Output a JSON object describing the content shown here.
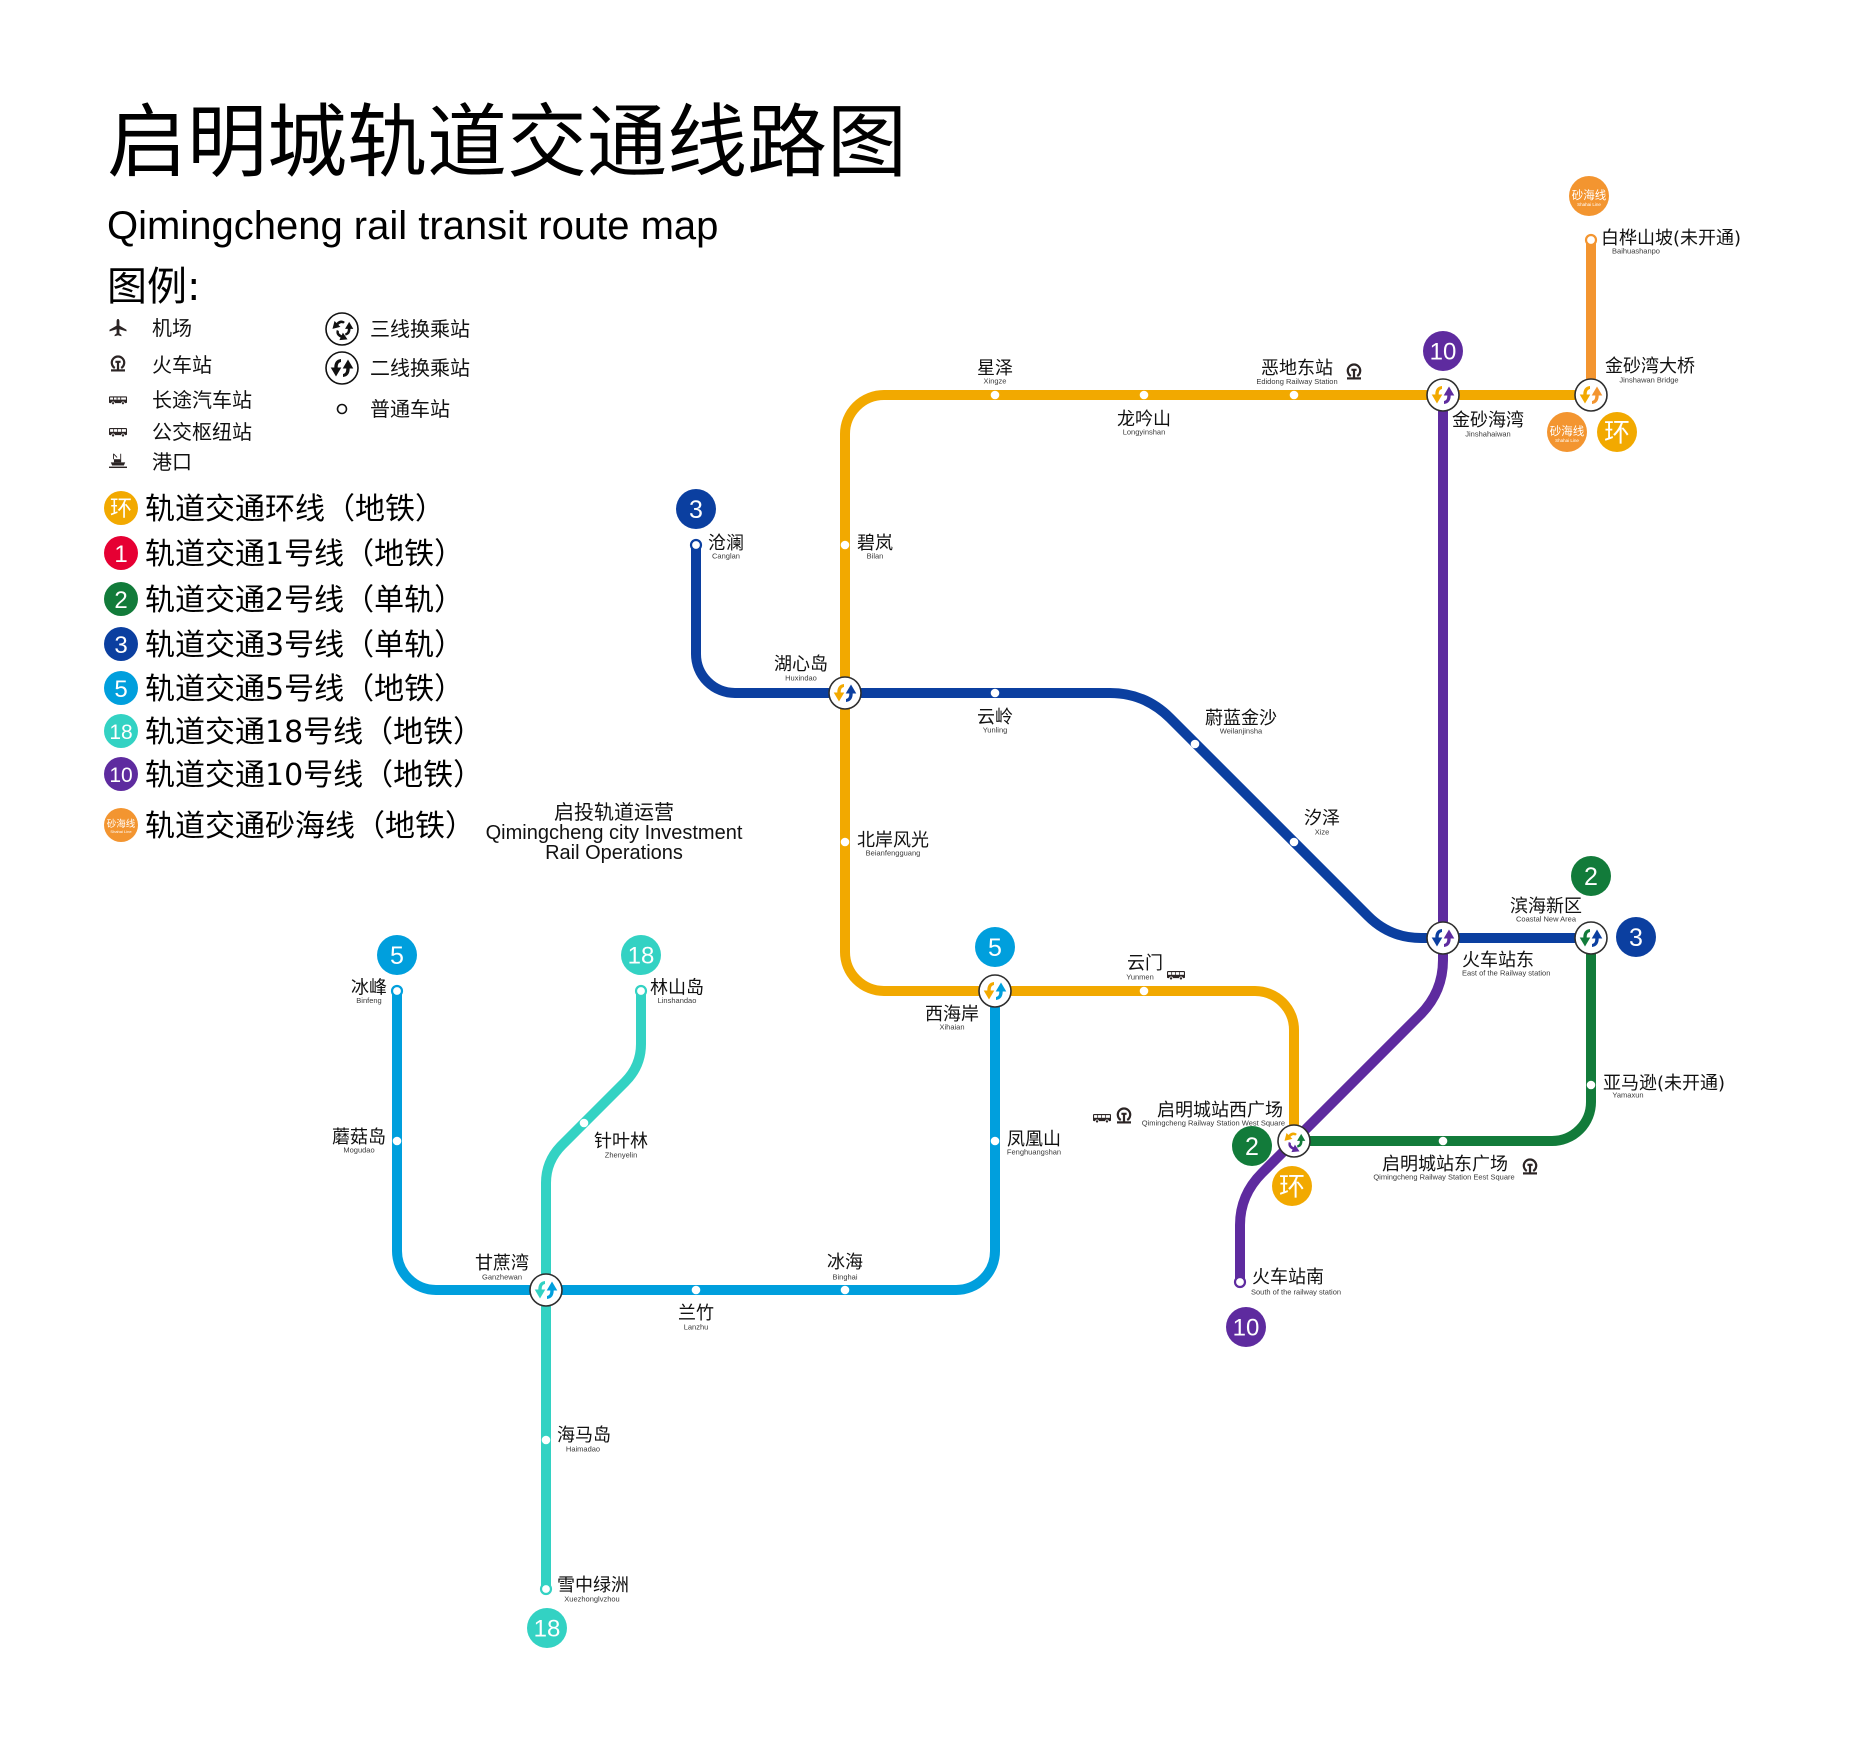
{
  "title": "启明城轨道交通线路图",
  "subtitle": "Qimingcheng rail transit route map",
  "legend": {
    "heading": "图例:",
    "facilities": [
      {
        "icon": "airplane-icon",
        "label": "机场"
      },
      {
        "icon": "train-station-icon",
        "label": "火车站"
      },
      {
        "icon": "coach-station-icon",
        "label": "长途汽车站"
      },
      {
        "icon": "bus-hub-icon",
        "label": "公交枢纽站"
      },
      {
        "icon": "port-icon",
        "label": "港口"
      }
    ],
    "station_types": [
      {
        "icon": "three-line-interchange-icon",
        "label": "三线换乘站"
      },
      {
        "icon": "two-line-interchange-icon",
        "label": "二线换乘站"
      },
      {
        "icon": "regular-station-icon",
        "label": "普通车站"
      }
    ],
    "lines": [
      {
        "badge": "环",
        "label": "轨道交通环线（地铁）",
        "color": "#F2A900"
      },
      {
        "badge": "1",
        "label": "轨道交通1号线（地铁）",
        "color": "#E60033"
      },
      {
        "badge": "2",
        "label": "轨道交通2号线（单轨）",
        "color": "#127B3A"
      },
      {
        "badge": "3",
        "label": "轨道交通3号线（单轨）",
        "color": "#0B3FA0"
      },
      {
        "badge": "5",
        "label": "轨道交通5号线（地铁）",
        "color": "#009FDD"
      },
      {
        "badge": "18",
        "label": "轨道交通18号线（地铁）",
        "color": "#33D2C3"
      },
      {
        "badge": "10",
        "label": "轨道交通10号线（地铁）",
        "color": "#5E2B9F"
      },
      {
        "badge": "砂海线",
        "badge_sub": "Shahai Line",
        "label": "轨道交通砂海线（地铁）",
        "color": "#F39530"
      }
    ]
  },
  "operator": {
    "cn": "启投轨道运营",
    "en_line1": "Qimingcheng city Investment",
    "en_line2": "Rail Operations"
  },
  "lines": {
    "ring": {
      "badge": "环",
      "color": "#F2A900",
      "stations": [
        "金砂湾大桥",
        "金砂海湾",
        "恶地东站",
        "龙吟山",
        "星泽",
        "碧岚",
        "湖心岛",
        "北岸风光",
        "西海岸",
        "云门",
        "启明城站西广场"
      ]
    },
    "line2": {
      "badge": "2",
      "color": "#127B3A",
      "stations": [
        "启明城站西广场",
        "启明城站东广场",
        "亚马逊(未开通)",
        "滨海新区"
      ]
    },
    "line3": {
      "badge": "3",
      "color": "#0B3FA0",
      "stations": [
        "沧澜",
        "湖心岛",
        "云岭",
        "蔚蓝金沙",
        "汐泽",
        "火车站东",
        "滨海新区"
      ]
    },
    "line5": {
      "badge": "5",
      "color": "#009FDD",
      "stations": [
        "冰峰",
        "蘑菇岛",
        "甘蔗湾",
        "兰竹",
        "冰海",
        "凤凰山",
        "西海岸"
      ]
    },
    "line10": {
      "badge": "10",
      "color": "#5E2B9F",
      "stations": [
        "金砂海湾",
        "火车站东",
        "启明城站西广场",
        "火车站南"
      ]
    },
    "line18": {
      "badge": "18",
      "color": "#33D2C3",
      "stations": [
        "林山岛",
        "针叶林",
        "甘蔗湾",
        "海马岛",
        "雪中绿洲"
      ]
    },
    "shahai": {
      "badge": "砂海线",
      "badge_sub": "Shahai Line",
      "color": "#F39530",
      "stations": [
        "白桦山坡(未开通)",
        "金砂湾大桥"
      ]
    }
  },
  "stations": {
    "xingze": {
      "cn": "星泽",
      "en": "Xingze"
    },
    "longyinshan": {
      "cn": "龙吟山",
      "en": "Longyinshan"
    },
    "edidong": {
      "cn": "恶地东站",
      "en": "Edidong Railway Station",
      "facilities": [
        "train-station"
      ]
    },
    "jinshahaiwan": {
      "cn": "金砂海湾",
      "en": "Jinshahaiwan"
    },
    "jinshawan_bridge": {
      "cn": "金砂湾大桥",
      "en": "Jinshawan Bridge"
    },
    "baihuashanpo": {
      "cn": "白桦山坡(未开通)",
      "en": "Baihuashanpo"
    },
    "bilan": {
      "cn": "碧岚",
      "en": "Bilan"
    },
    "huxindao": {
      "cn": "湖心岛",
      "en": "Huxindao"
    },
    "beianfengguang": {
      "cn": "北岸风光",
      "en": "Beianfengguang"
    },
    "xihaian": {
      "cn": "西海岸",
      "en": "Xihaian"
    },
    "yunmen": {
      "cn": "云门",
      "en": "Yunmen",
      "facilities": [
        "bus-hub"
      ]
    },
    "west_square": {
      "cn": "启明城站西广场",
      "en": "Qimingcheng Railway Station West Square",
      "facilities": [
        "bus-hub",
        "train-station"
      ]
    },
    "canglan": {
      "cn": "沧澜",
      "en": "Canglan"
    },
    "yunling": {
      "cn": "云岭",
      "en": "Yunling"
    },
    "weilanjinsha": {
      "cn": "蔚蓝金沙",
      "en": "Weilanjinsha"
    },
    "xize": {
      "cn": "汐泽",
      "en": "Xize"
    },
    "east_of_railway": {
      "cn": "火车站东",
      "en": "East of the Railway station"
    },
    "coastal_new_area": {
      "cn": "滨海新区",
      "en": "Coastal New Area"
    },
    "south_of_railway": {
      "cn": "火车站南",
      "en": "South of the railway station"
    },
    "east_square": {
      "cn": "启明城站东广场",
      "en": "Qimingcheng Railway Station Eest Square",
      "facilities": [
        "train-station"
      ]
    },
    "yamaxun": {
      "cn": "亚马逊(未开通)",
      "en": "Yamaxun"
    },
    "binfeng": {
      "cn": "冰峰",
      "en": "Binfeng"
    },
    "mogudao": {
      "cn": "蘑菇岛",
      "en": "Mogudao"
    },
    "ganzhewan": {
      "cn": "甘蔗湾",
      "en": "Ganzhewan"
    },
    "lanzhu": {
      "cn": "兰竹",
      "en": "Lanzhu"
    },
    "binghai": {
      "cn": "冰海",
      "en": "Binghai"
    },
    "fenghuangshan": {
      "cn": "凤凰山",
      "en": "Fenghuangshan"
    },
    "linshandao": {
      "cn": "林山岛",
      "en": "Linshandao"
    },
    "zhenyelin": {
      "cn": "针叶林",
      "en": "Zhenyelin"
    },
    "haimadao": {
      "cn": "海马岛",
      "en": "Haimadao"
    },
    "xuezhonglvzhou": {
      "cn": "雪中绿洲",
      "en": "Xuezhonglvzhou"
    }
  }
}
